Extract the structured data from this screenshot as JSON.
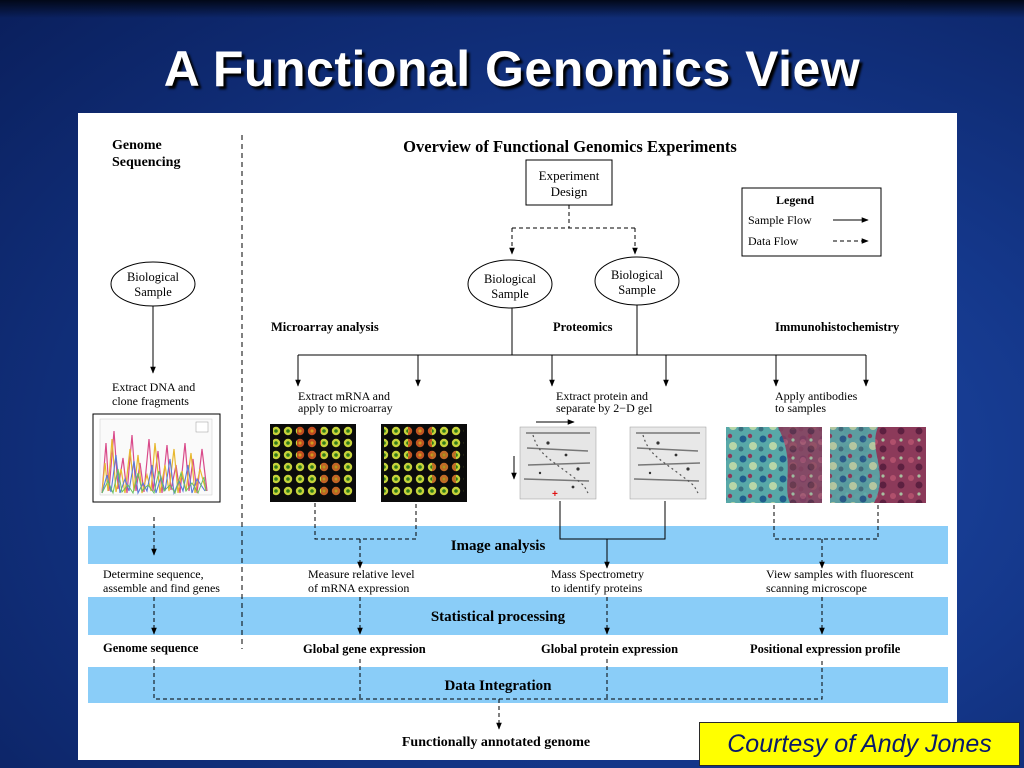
{
  "slide": {
    "title": "A Functional Genomics View",
    "courtesy": "Courtesy of Andy Jones"
  },
  "diagram": {
    "heading": "Overview of Functional Genomics Experiments",
    "genome_sequencing_line1": "Genome",
    "genome_sequencing_line2": "Sequencing",
    "experiment_design_line1": "Experiment",
    "experiment_design_line2": "Design",
    "bio_sample_line1": "Biological",
    "bio_sample_line2": "Sample",
    "legend": {
      "title": "Legend",
      "sample_flow": "Sample Flow",
      "data_flow": "Data Flow"
    },
    "microarray_analysis": "Microarray analysis",
    "proteomics": "Proteomics",
    "immunohistochemistry": "Immunohistochemistry",
    "extract_dna_line1": "Extract DNA and",
    "extract_dna_line2": "clone fragments",
    "extract_mrna_line1": "Extract mRNA and",
    "extract_mrna_line2": "apply to microarray",
    "extract_protein_line1": "Extract protein and",
    "extract_protein_line2": "separate by 2−D gel",
    "antibodies_line1": "Apply antibodies",
    "antibodies_line2": "to samples",
    "band_image_analysis": "Image analysis",
    "band_statistical_processing": "Statistical processing",
    "band_data_integration": "Data Integration",
    "determine_line1": "Determine sequence,",
    "determine_line2": "assemble and find genes",
    "measure_line1": "Measure relative level",
    "measure_line2": "of mRNA expression",
    "mass_line1": "Mass Spectrometry",
    "mass_line2": "to identify proteins",
    "view_line1": "View samples with fluorescent",
    "view_line2": "scanning microscope",
    "genome_sequence": "Genome sequence",
    "global_gene_expression": "Global gene expression",
    "global_protein_expression": "Global protein expression",
    "positional_expression_profile": "Positional expression profile",
    "functionally_annotated_genome": "Functionally annotated genome"
  },
  "colors": {
    "band": "#8acdf8",
    "slide_bg": "#14378a",
    "courtesy_bg": "#ffff00",
    "courtesy_text": "#0a1a6a"
  }
}
